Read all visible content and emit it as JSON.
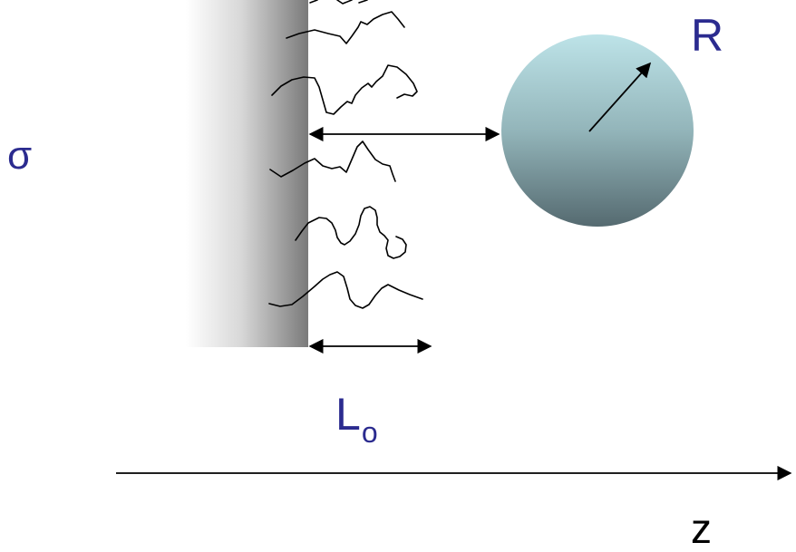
{
  "labels": {
    "sigma": "σ",
    "radius": "R",
    "brush_height_main": "L",
    "brush_height_sub": "o",
    "axis": "z"
  },
  "colors": {
    "label_blue": "#2b2b8f",
    "wall_dark": "#7a7a7a",
    "wall_light": "#ffffff",
    "sphere_top": "#b9e1e6",
    "sphere_bottom": "#556a70",
    "line": "#000000"
  },
  "elements": {
    "wall": "grafting-surface",
    "chains": 6,
    "particle": "sphere",
    "arrows": [
      "separation-arrow",
      "brush-height-arrow",
      "radius-arrow",
      "z-axis-arrow"
    ]
  }
}
